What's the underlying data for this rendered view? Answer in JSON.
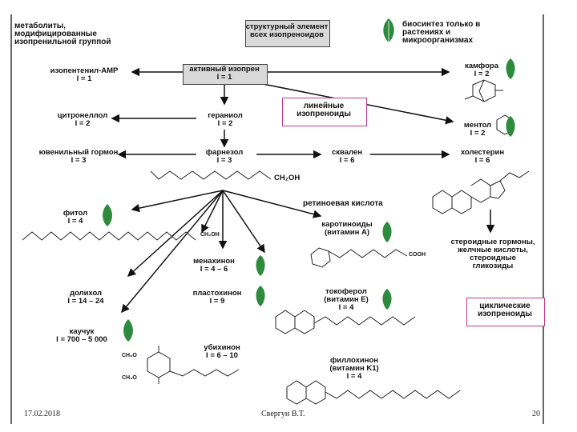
{
  "legend": {
    "top_left": "метаболиты, модифицированные изопренильной группой",
    "center_box": "структурный элемент всех изопреноидов",
    "top_right": "биосинтез только в растениях и микроорганизмах",
    "linear_box": "линейные изопреноиды",
    "cyclic_box": "циклические изопреноиды"
  },
  "nodes": {
    "isopentenyl_amp": {
      "name": "изопентенил-АМР",
      "i": "I = 1"
    },
    "active_isoprene": {
      "name": "активный изопрен",
      "i": "I = 1"
    },
    "camphor": {
      "name": "камфора",
      "i": "I = 2"
    },
    "citronellol": {
      "name": "цитронеллол",
      "i": "I = 2"
    },
    "geraniol": {
      "name": "гераниол",
      "i": "I = 2"
    },
    "menthol": {
      "name": "ментол",
      "i": "I = 2"
    },
    "juvenile": {
      "name": "ювенильный гормон",
      "i": "I = 3"
    },
    "farnesol": {
      "name": "фарнезол",
      "i": "I = 3"
    },
    "squalene": {
      "name": "сквален",
      "i": "I = 6"
    },
    "cholesterol": {
      "name": "холестерин",
      "i": "I = 6"
    },
    "retinoic": {
      "name": "ретиноевая кислота"
    },
    "phytol": {
      "name": "фитол",
      "i": "I = 4"
    },
    "carotenoids": {
      "name": "каротиноиды (витамин А)"
    },
    "menaquinone": {
      "name": "менахинон",
      "i": "I = 4 – 6"
    },
    "steroids": {
      "name": "стероидные гормоны, желчные кислоты, стероидные гликозиды"
    },
    "dolichol": {
      "name": "долихол",
      "i": "I = 14 – 24"
    },
    "plastoquinone": {
      "name": "пластохинон",
      "i": "I = 9"
    },
    "tocopherol": {
      "name": "токоферол (витамин Е)",
      "i": "I = 4"
    },
    "rubber": {
      "name": "каучук",
      "i": "I = 700 – 5 000"
    },
    "ubiquinone": {
      "name": "убихинон",
      "i": "I = 6 – 10"
    },
    "phylloquinone": {
      "name": "филлохинон (витамин K1)",
      "i": "I = 4"
    }
  },
  "structure_labels": {
    "ch2oh_1": "CH₂OH",
    "ch2oh_2": "CH₂OH",
    "cooh": "COOH",
    "ch3o_1": "CH₃O",
    "ch3o_2": "CH₃O"
  },
  "footer": {
    "date": "17.02.2018",
    "author": "Свергун В.Т.",
    "page": "20"
  },
  "colors": {
    "pink_border": "#c03a8a",
    "leaf": "#2e8b3e",
    "box_fill": "#d9d9d9"
  }
}
